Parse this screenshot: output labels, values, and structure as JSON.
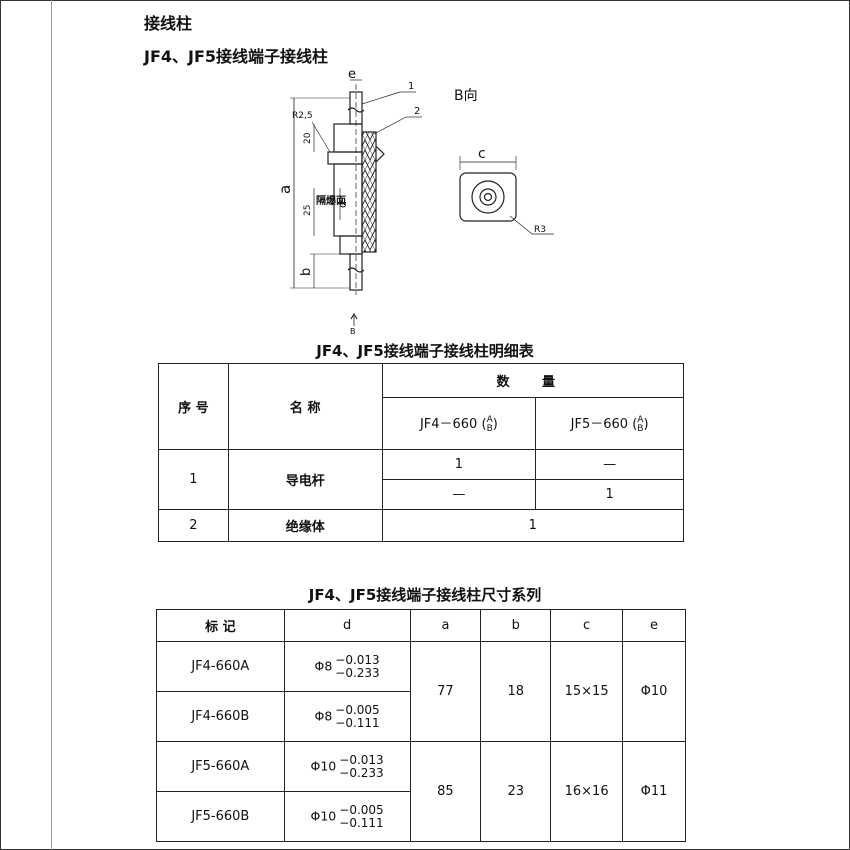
{
  "page": {
    "heading": "接线柱",
    "subheading": "JF4、JF5接线端子接线柱"
  },
  "drawing": {
    "labels": {
      "e": "e",
      "one": "1",
      "two": "2",
      "b_view": "B向",
      "r25": "R2,5",
      "twenty": "20",
      "a": "a",
      "twentyfive": "25",
      "insulation": "隔爆面",
      "d": "d",
      "b": "b",
      "c": "c",
      "r3": "R3",
      "b_arrow": "B"
    }
  },
  "detail_table": {
    "caption": "JF4、JF5接线端子接线柱明细表",
    "col_no": "序 号",
    "col_name": "名 称",
    "col_qty": "数 量",
    "model_a_prefix": "JF4－660",
    "model_b_prefix": "JF5－660",
    "frac_top": "A",
    "frac_bottom": "B",
    "paren_open": "(",
    "paren_close": ")",
    "rows": [
      {
        "no": "1",
        "name": "导电杆",
        "q1a": "1",
        "q1b": "—",
        "q2a": "—",
        "q2b": "1"
      },
      {
        "no": "2",
        "name": "绝缘体",
        "q": "1"
      }
    ]
  },
  "size_table": {
    "caption": "JF4、JF5接线端子接线柱尺寸系列",
    "headers": [
      "标 记",
      "d",
      "a",
      "b",
      "c",
      "e"
    ],
    "rows": [
      {
        "mark": "JF4-660A",
        "d_main": "Φ8",
        "d_up": "−0.013",
        "d_low": "−0.233"
      },
      {
        "mark": "JF4-660B",
        "d_main": "Φ8",
        "d_up": "−0.005",
        "d_low": "−0.111"
      },
      {
        "mark": "JF5-660A",
        "d_main": "Φ10",
        "d_up": "−0.013",
        "d_low": "−0.233"
      },
      {
        "mark": "JF5-660B",
        "d_main": "Φ10",
        "d_up": "−0.005",
        "d_low": "−0.111"
      }
    ],
    "groups": [
      {
        "a": "77",
        "b": "18",
        "c": "15×15",
        "e": "Φ10"
      },
      {
        "a": "85",
        "b": "23",
        "c": "16×16",
        "e": "Φ11"
      }
    ]
  }
}
